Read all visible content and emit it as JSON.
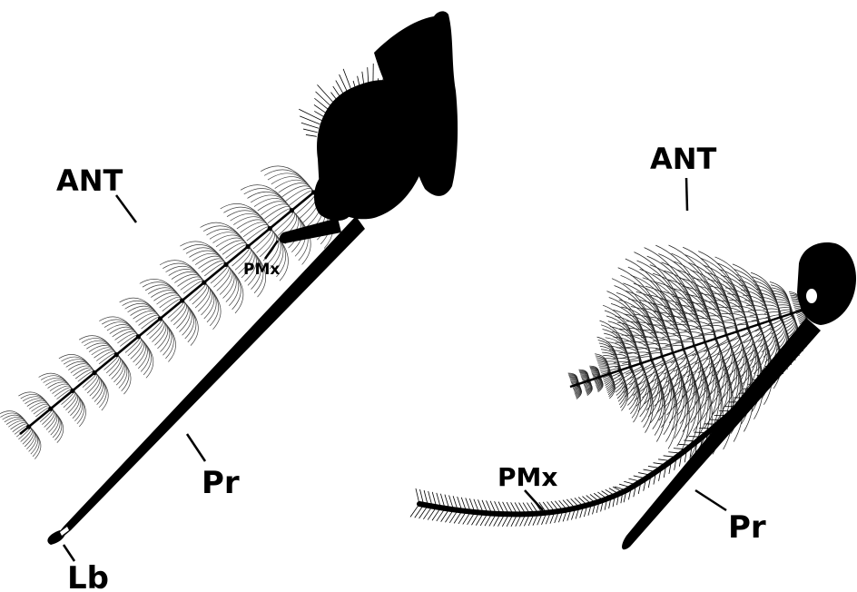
{
  "left_specimen": {
    "labels": {
      "antenna": "ANT",
      "palp": "PMx",
      "proboscis": "Pr",
      "labium": "Lb"
    }
  },
  "right_specimen": {
    "labels": {
      "antenna": "ANT",
      "palp": "PMx",
      "proboscis": "Pr"
    }
  }
}
